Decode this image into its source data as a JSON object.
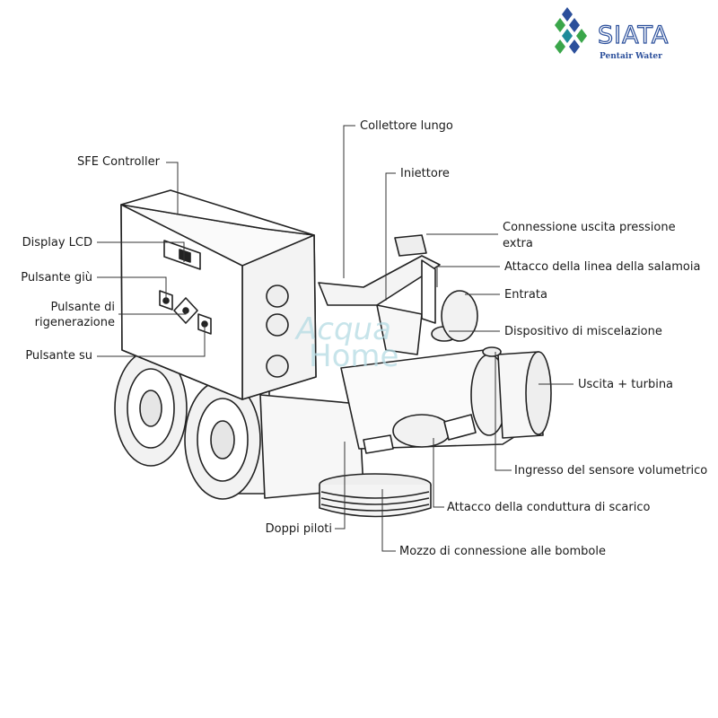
{
  "logo": {
    "name": "SIATA",
    "subtitle": "Pentair Water",
    "colors": {
      "blue": "#2b4f9b",
      "green": "#3aa64a",
      "teal": "#1e8a9a"
    }
  },
  "watermark": {
    "line1": "Acqua",
    "line2": "Home"
  },
  "labels": {
    "sfe_controller": "SFE Controller",
    "display_lcd": "Display LCD",
    "pulsante_giu": "Pulsante giù",
    "pulsante_rigenerazione_1": "Pulsante di",
    "pulsante_rigenerazione_2": "rigenerazione",
    "pulsante_su": "Pulsante su",
    "collettore_lungo": "Collettore lungo",
    "iniettore": "Iniettore",
    "connessione_uscita_1": "Connessione uscita pressione",
    "connessione_uscita_2": "extra",
    "attacco_salamoia": "Attacco della linea della salamoia",
    "entrata": "Entrata",
    "dispositivo_miscelazione": "Dispositivo di miscelazione",
    "uscita_turbina": "Uscita + turbina",
    "ingresso_sensore": "Ingresso del sensore volumetrico",
    "attacco_scarico": "Attacco della conduttura di scarico",
    "doppi_piloti": "Doppi piloti",
    "mozzo_connessione": "Mozzo di connessione alle bombole"
  }
}
